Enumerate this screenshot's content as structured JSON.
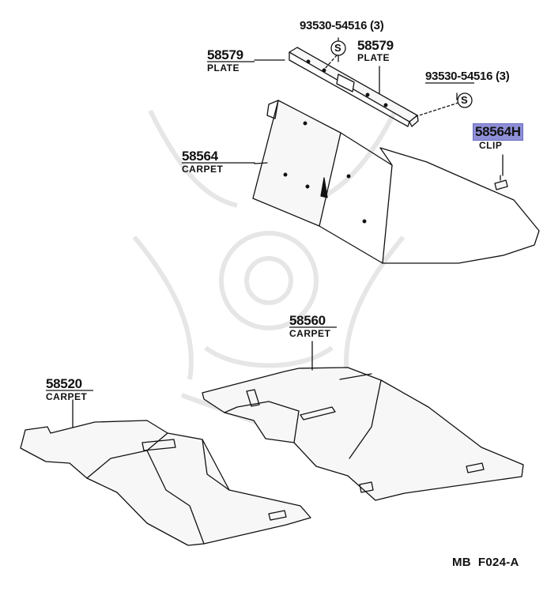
{
  "parts": {
    "bolt_top": {
      "number": "93530-54516 (3)"
    },
    "bolt_right": {
      "number": "93530-54516 (3)"
    },
    "plate_left": {
      "number": "58579",
      "name": "PLATE"
    },
    "plate_right": {
      "number": "58579",
      "name": "PLATE"
    },
    "carpet_rear": {
      "number": "58564",
      "name": "CARPET"
    },
    "clip": {
      "number": "58564H",
      "name": "CLIP"
    },
    "carpet_main": {
      "number": "58560",
      "name": "CARPET"
    },
    "carpet_front": {
      "number": "58520",
      "name": "CARPET"
    }
  },
  "symbols": {
    "screw": "S"
  },
  "diagram_code": "MB  F024-A",
  "colors": {
    "ink": "#111111",
    "highlight": "#8f8fd8",
    "watermark": "#e4e4e4",
    "panel": "#f7f7f7"
  }
}
